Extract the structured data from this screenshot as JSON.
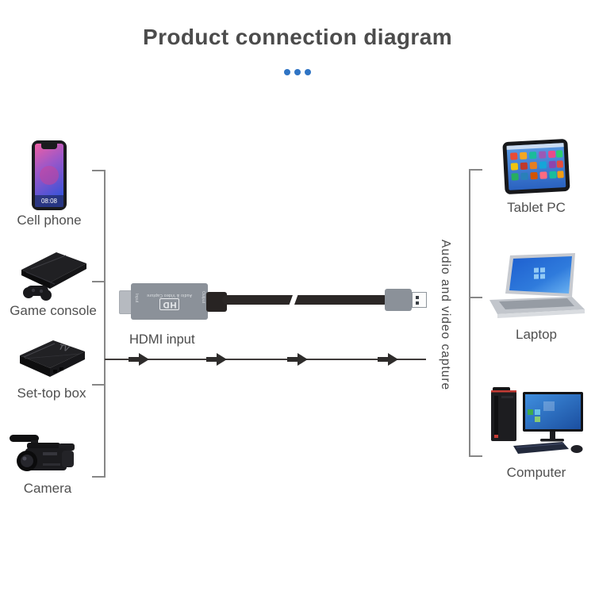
{
  "page": {
    "title": "Product connection diagram"
  },
  "colors": {
    "accent_blue": "#2f74c4",
    "title_text": "#4c4c4c",
    "label_text": "#505050",
    "bracket_gray": "#878787",
    "arrow_black": "#2e2c2b",
    "dongle_gray": "#8b9199",
    "cable_black": "#2b2726"
  },
  "sources": {
    "items": [
      {
        "id": "cell-phone",
        "label": "Cell phone",
        "screen_time": "08:08"
      },
      {
        "id": "game-console",
        "label": "Game console"
      },
      {
        "id": "set-top-box",
        "label": "Set-top box",
        "logo": "TV"
      },
      {
        "id": "camera",
        "label": "Camera"
      }
    ]
  },
  "destinations": {
    "items": [
      {
        "id": "tablet-pc",
        "label": "Tablet PC"
      },
      {
        "id": "laptop",
        "label": "Laptop"
      },
      {
        "id": "computer",
        "label": "Computer"
      }
    ]
  },
  "connection": {
    "input_label": "HDMI input",
    "output_label": "Audio and video capture",
    "device": {
      "logo": "HD",
      "name": "Audio & Video Capture",
      "port_in": "Input",
      "port_out": "Output"
    }
  }
}
